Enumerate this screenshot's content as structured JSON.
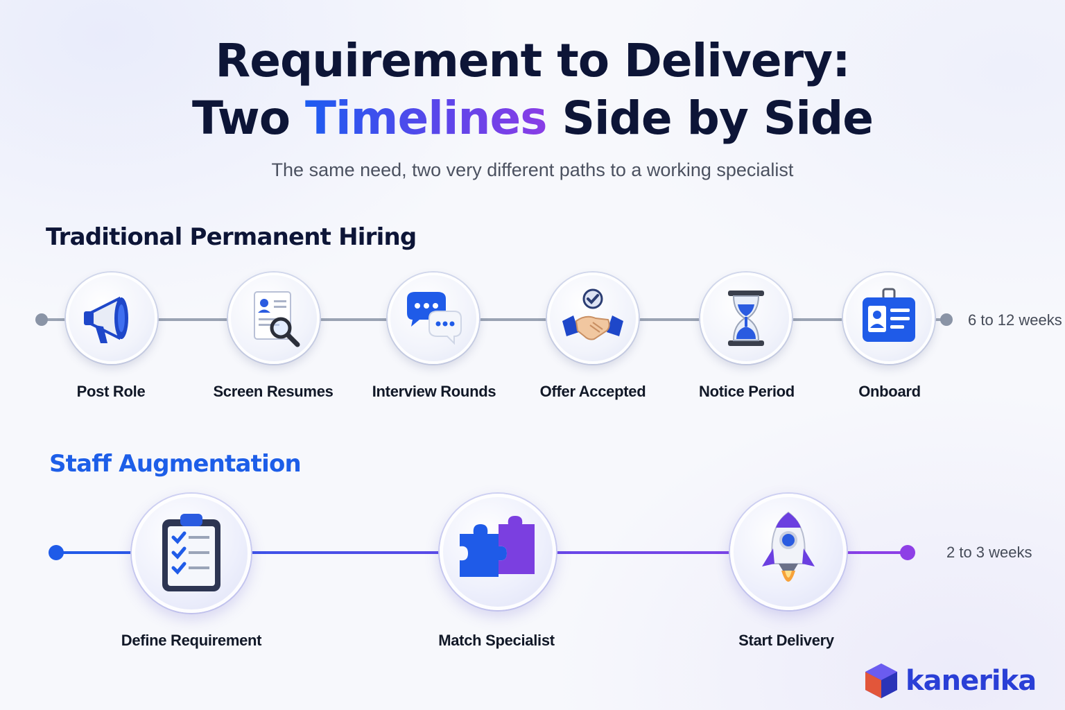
{
  "title": {
    "line1": "Requirement to Delivery:",
    "line2_pre": "Two ",
    "line2_highlight": "Timelines",
    "line2_post": " Side by Side"
  },
  "subtitle": "The same need, two very different paths to a working specialist",
  "traditional": {
    "heading": "Traditional Permanent Hiring",
    "duration": "6 to 12 weeks",
    "steps": [
      {
        "label": "Post Role",
        "icon": "megaphone-icon"
      },
      {
        "label": "Screen Resumes",
        "icon": "resume-search-icon"
      },
      {
        "label": "Interview Rounds",
        "icon": "chat-bubbles-icon"
      },
      {
        "label": "Offer Accepted",
        "icon": "handshake-icon"
      },
      {
        "label": "Notice Period",
        "icon": "hourglass-icon"
      },
      {
        "label": "Onboard",
        "icon": "id-badge-icon"
      }
    ]
  },
  "augmentation": {
    "heading": "Staff Augmentation",
    "duration": "2 to 3 weeks",
    "steps": [
      {
        "label": "Define Requirement",
        "icon": "clipboard-checklist-icon"
      },
      {
        "label": "Match Specialist",
        "icon": "puzzle-icon"
      },
      {
        "label": "Start Delivery",
        "icon": "rocket-icon"
      }
    ]
  },
  "colors": {
    "navy": "#0d1537",
    "accent_blue": "#1d5ee8",
    "accent_purple": "#8a3de6",
    "track_gray": "#9aa3b3"
  },
  "logo": {
    "text": "kanerika",
    "icon": "kanerika-cube-icon"
  }
}
